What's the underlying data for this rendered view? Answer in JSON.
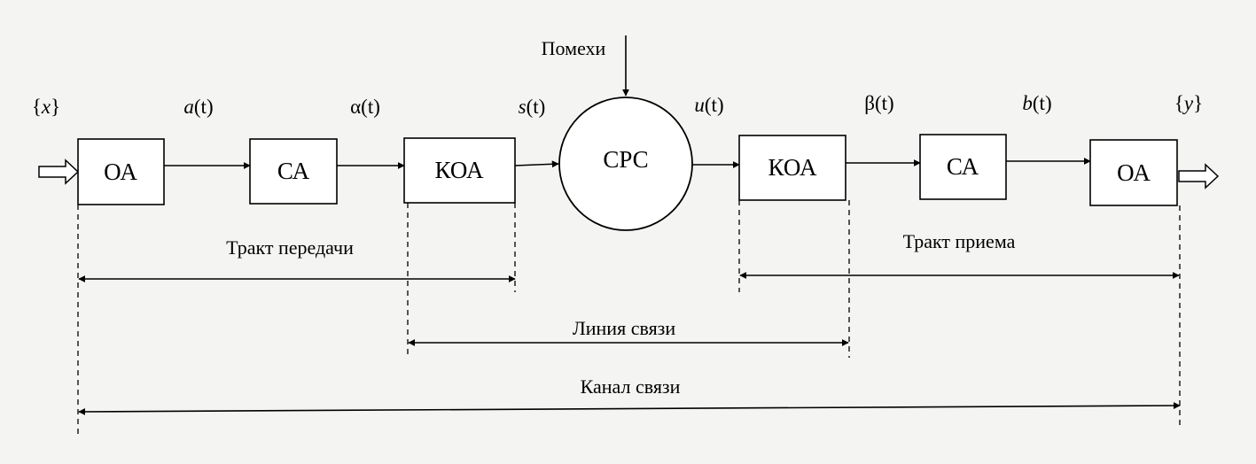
{
  "noise_label": "Помехи",
  "blocks": {
    "oa_tx": "ОА",
    "ca_tx": "СА",
    "koa_tx": "КОА",
    "crc": "СРС",
    "koa_rx": "КОА",
    "ca_rx": "СА",
    "oa_rx": "ОА"
  },
  "signals": {
    "x": {
      "open": "{",
      "var": "x",
      "close": "}"
    },
    "a": {
      "var": "a",
      "arg": "(t)"
    },
    "alpha": {
      "var": "α",
      "arg": "(t)"
    },
    "s": {
      "var": "s",
      "arg": "(t)"
    },
    "u": {
      "var": "u",
      "arg": "(t)"
    },
    "beta": {
      "var": "β",
      "arg": "(t)"
    },
    "b": {
      "var": "b",
      "arg": "(t)"
    },
    "y": {
      "open": "{",
      "var": "y",
      "close": "}"
    }
  },
  "spans": {
    "tx_path": "Тракт передачи",
    "rx_path": "Тракт приема",
    "line": "Линия связи",
    "channel": "Канал связи"
  }
}
